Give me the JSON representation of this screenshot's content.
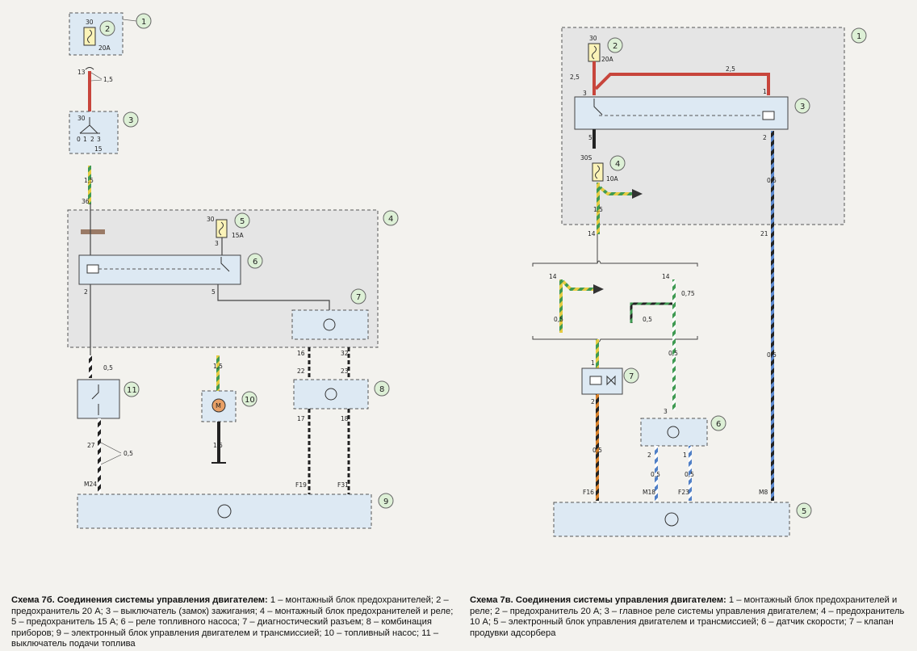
{
  "colors": {
    "box_fill": "#dde9f3",
    "wire_red": "#c8453c",
    "wire_green": "#3f9a52",
    "wire_yellow": "#e7cc42",
    "wire_black": "#222222",
    "wire_blue": "#4f7fc6",
    "wire_orange": "#d9822b",
    "fuse_fill": "#fbf3b8"
  },
  "left": {
    "labels": {
      "c1": "1",
      "c2": "2",
      "c3": "3",
      "c4": "4",
      "c5": "5",
      "c6": "6",
      "c7": "7",
      "c8": "8",
      "c9": "9",
      "c10": "10",
      "c11": "11",
      "t30_top": "30",
      "fuse2": "20A",
      "t13": "13",
      "w15a": "1,5",
      "t30_sw": "30",
      "t0": "0",
      "t1": "1",
      "t2": "2",
      "t3": "3",
      "t15": "15",
      "w15b": "1,5",
      "t36": "36",
      "t30_f5": "30",
      "fuse5": "15A",
      "t3_relay": "3",
      "t2_relay": "2",
      "t5_relay": "5",
      "w05a": "0,5",
      "w15c": "1,5",
      "w15d": "1,5",
      "t16": "16",
      "t32": "32",
      "t22": "22",
      "t23": "23",
      "t17": "17",
      "t18": "18",
      "t27": "27",
      "w05b": "0,5",
      "tM24": "M24",
      "tF19": "F19",
      "tF31": "F31",
      "m10": "M"
    },
    "caption": {
      "title": "Схема 7б. Соединения системы управления двигателем:",
      "text": " 1 – монтажный блок предохранителей; 2 – предохранитель 20 А; 3 – выключатель (замок) зажигания; 4 – монтажный блок предохранителей и реле; 5 – предохранитель 15 А; 6 – реле топливного насоса; 7 – диагностический разъем; 8 – комбинация приборов; 9 – электронный блок управления двигателем и трансмиссией; 10 – топливный насос; 11 – выключатель подачи топлива"
    }
  },
  "right": {
    "labels": {
      "c1": "1",
      "c2": "2",
      "c3": "3",
      "c4": "4",
      "c5": "5",
      "c6": "6",
      "c7": "7",
      "t30": "30",
      "fuse2": "20A",
      "w25a": "2,5",
      "w25b": "2,5",
      "t3": "3",
      "t1": "1",
      "t5": "5",
      "t2r": "2",
      "t30S": "30S",
      "fuse4": "10A",
      "w15": "1,5",
      "t14": "14",
      "t21": "21",
      "t14a": "14",
      "t14b": "14",
      "w075": "0,75",
      "w05a": "0,5",
      "w05b": "0,5",
      "w05c": "0,5",
      "w05d": "0,5",
      "t1v": "1",
      "t2v": "2",
      "w05e": "0,5",
      "t3s": "3",
      "t2s": "2",
      "t1s": "1",
      "w05f": "0,5",
      "w05g": "0,5",
      "tF16": "F16",
      "tM18": "M18",
      "tF23": "F23",
      "tM8": "M8"
    },
    "caption": {
      "title": "Схема 7в. Соединения системы управления двигателем:",
      "text": " 1 – монтажный блок предохранителей и реле; 2 – предохранитель 20 А; 3 – главное реле системы управления двигателем; 4 – предохранитель 10 А; 5 – электронный блок управления двигателем и трансмиссией; 6 – датчик скорости; 7 – клапан продувки адсорбера"
    }
  }
}
